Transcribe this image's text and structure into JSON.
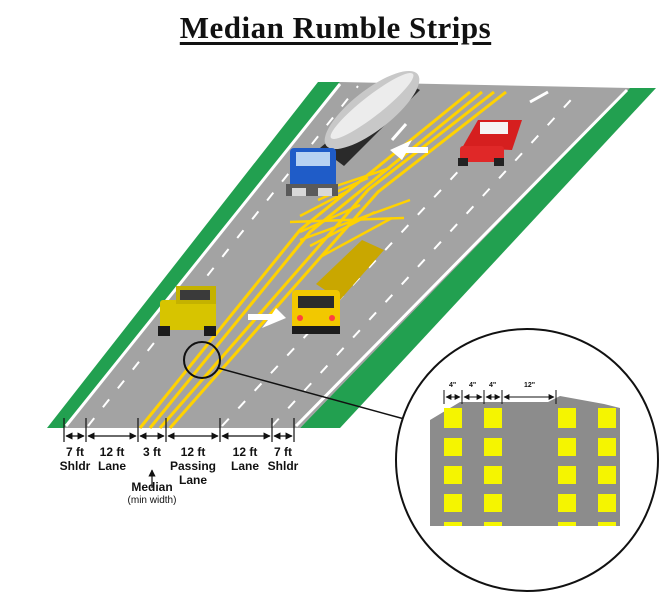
{
  "title": "Median Rumble Strips",
  "lanes": [
    {
      "width": "7 ft",
      "name": "Shldr"
    },
    {
      "width": "12 ft",
      "name": "Lane"
    },
    {
      "width": "3 ft",
      "name": ""
    },
    {
      "width": "12 ft",
      "name": "Passing Lane"
    },
    {
      "width": "12 ft",
      "name": "Lane"
    },
    {
      "width": "7 ft",
      "name": "Shldr"
    }
  ],
  "median": {
    "label": "Median",
    "note": "(min width)"
  },
  "detail": {
    "dims": [
      "4\"",
      "4\"",
      "4\"",
      "12\""
    ]
  },
  "colors": {
    "grass": "#22a050",
    "road": "#9a9a9a",
    "stripe": "#ffd200",
    "rumble_yellow": "#f5f500",
    "rumble_gray": "#8c8c8c"
  }
}
